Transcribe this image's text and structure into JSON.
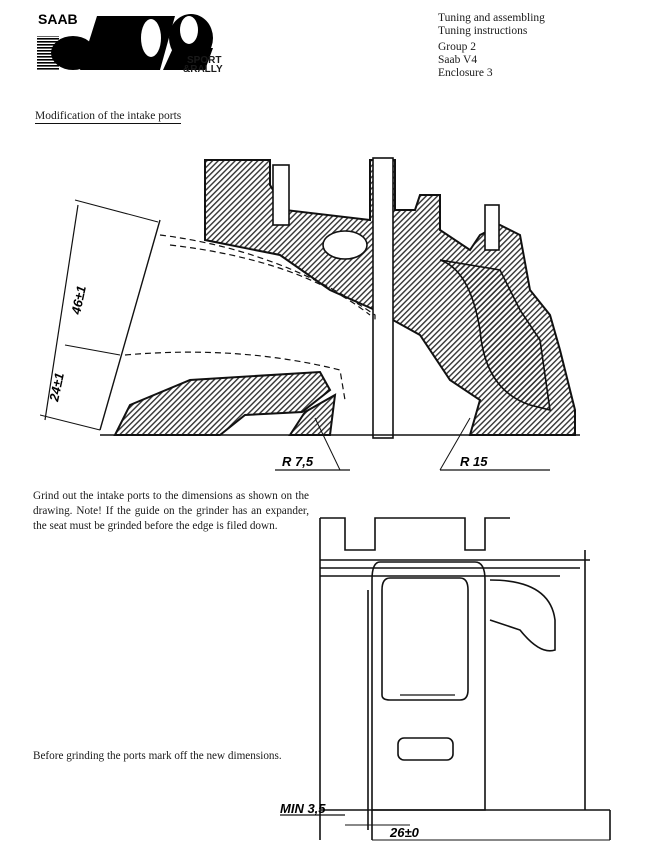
{
  "logo": {
    "brand": "SAAB",
    "line1": "SPORT",
    "line2": "&RALLY"
  },
  "header": {
    "lines": [
      "Tuning and assembling",
      "Tuning instructions",
      "Group 2",
      "Saab V4",
      "Enclosure 3"
    ]
  },
  "section_title": "Modification of the intake ports",
  "drawing1": {
    "dim_top": "46±1",
    "dim_bottom": "24±1",
    "radius_left": "R 7,5",
    "radius_right": "R 15"
  },
  "paragraph1": "Grind out the intake ports to the dimensions as shown on the drawing. Note! If the guide on the grinder has an expander, the seat must be grinded before the edge is filed down.",
  "paragraph2": "Before grinding the ports mark off the new dimensions.",
  "drawing2": {
    "dim_min": "MIN 3,5",
    "dim_width": "26±0"
  }
}
